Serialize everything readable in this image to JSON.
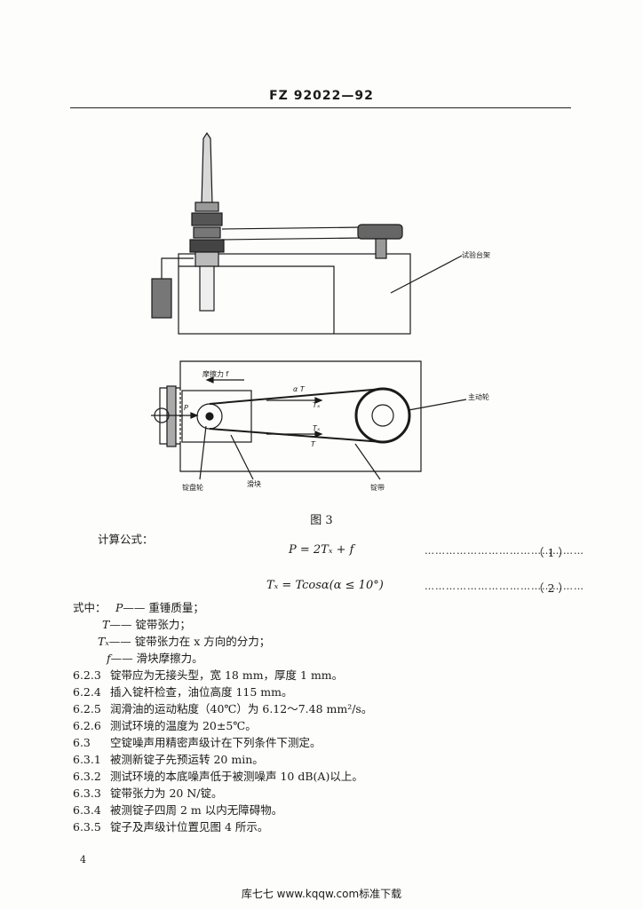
{
  "header": {
    "code": "FZ 92022—92"
  },
  "figure": {
    "caption": "图 3",
    "labels": {
      "test_bench": "试验台架",
      "friction_force": "摩擦力 f",
      "alpha_t": "α T",
      "tx_upper": "Tₓ",
      "tx_lower": "Tₓ",
      "t_lower": "T",
      "p": "P",
      "drive_wheel": "主动轮",
      "spindle_pulley": "锭盘轮",
      "slider": "滑块",
      "spindle_tape": "锭带"
    }
  },
  "formulas": {
    "intro": "计算公式：",
    "items": [
      {
        "expr": "P = 2Tₓ + f",
        "dots": "………………………………………",
        "num": "（ 1 ）"
      },
      {
        "expr": "Tₓ = Tcosα(α ≤ 10°)",
        "dots": "………………………………………",
        "num": "（ 2 ）"
      }
    ]
  },
  "where": {
    "lead": "式中：",
    "items": [
      {
        "sym": "P",
        "desc": "—— 重锤质量；"
      },
      {
        "sym": "T",
        "desc": "—— 锭带张力；"
      },
      {
        "sym": "Tₓ",
        "desc": "—— 锭带张力在 x 方向的分力；"
      },
      {
        "sym": "f",
        "desc": "—— 滑块摩擦力。"
      }
    ]
  },
  "clauses": [
    {
      "num": "6.2.3",
      "text": "锭带应为无接头型，宽 18 mm，厚度 1 mm。"
    },
    {
      "num": "6.2.4",
      "text": "插入锭杆检查，油位高度 115 mm。"
    },
    {
      "num": "6.2.5",
      "text": "润滑油的运动粘度（40℃）为 6.12～7.48 mm²/s。"
    },
    {
      "num": "6.2.6",
      "text": "测试环境的温度为 20±5℃。"
    },
    {
      "num": "6.3",
      "text": "空锭噪声用精密声级计在下列条件下测定。"
    },
    {
      "num": "6.3.1",
      "text": "被测新锭子先预运转 20 min。"
    },
    {
      "num": "6.3.2",
      "text": "测试环境的本底噪声低于被测噪声 10 dB(A)以上。"
    },
    {
      "num": "6.3.3",
      "text": "锭带张力为 20 N/锭。"
    },
    {
      "num": "6.3.4",
      "text": "被测锭子四周 2 m 以内无障碍物。"
    },
    {
      "num": "6.3.5",
      "text": "锭子及声级计位置见图 4 所示。"
    }
  ],
  "page_number": "4",
  "footer": "库七七 www.kqqw.com标准下载"
}
